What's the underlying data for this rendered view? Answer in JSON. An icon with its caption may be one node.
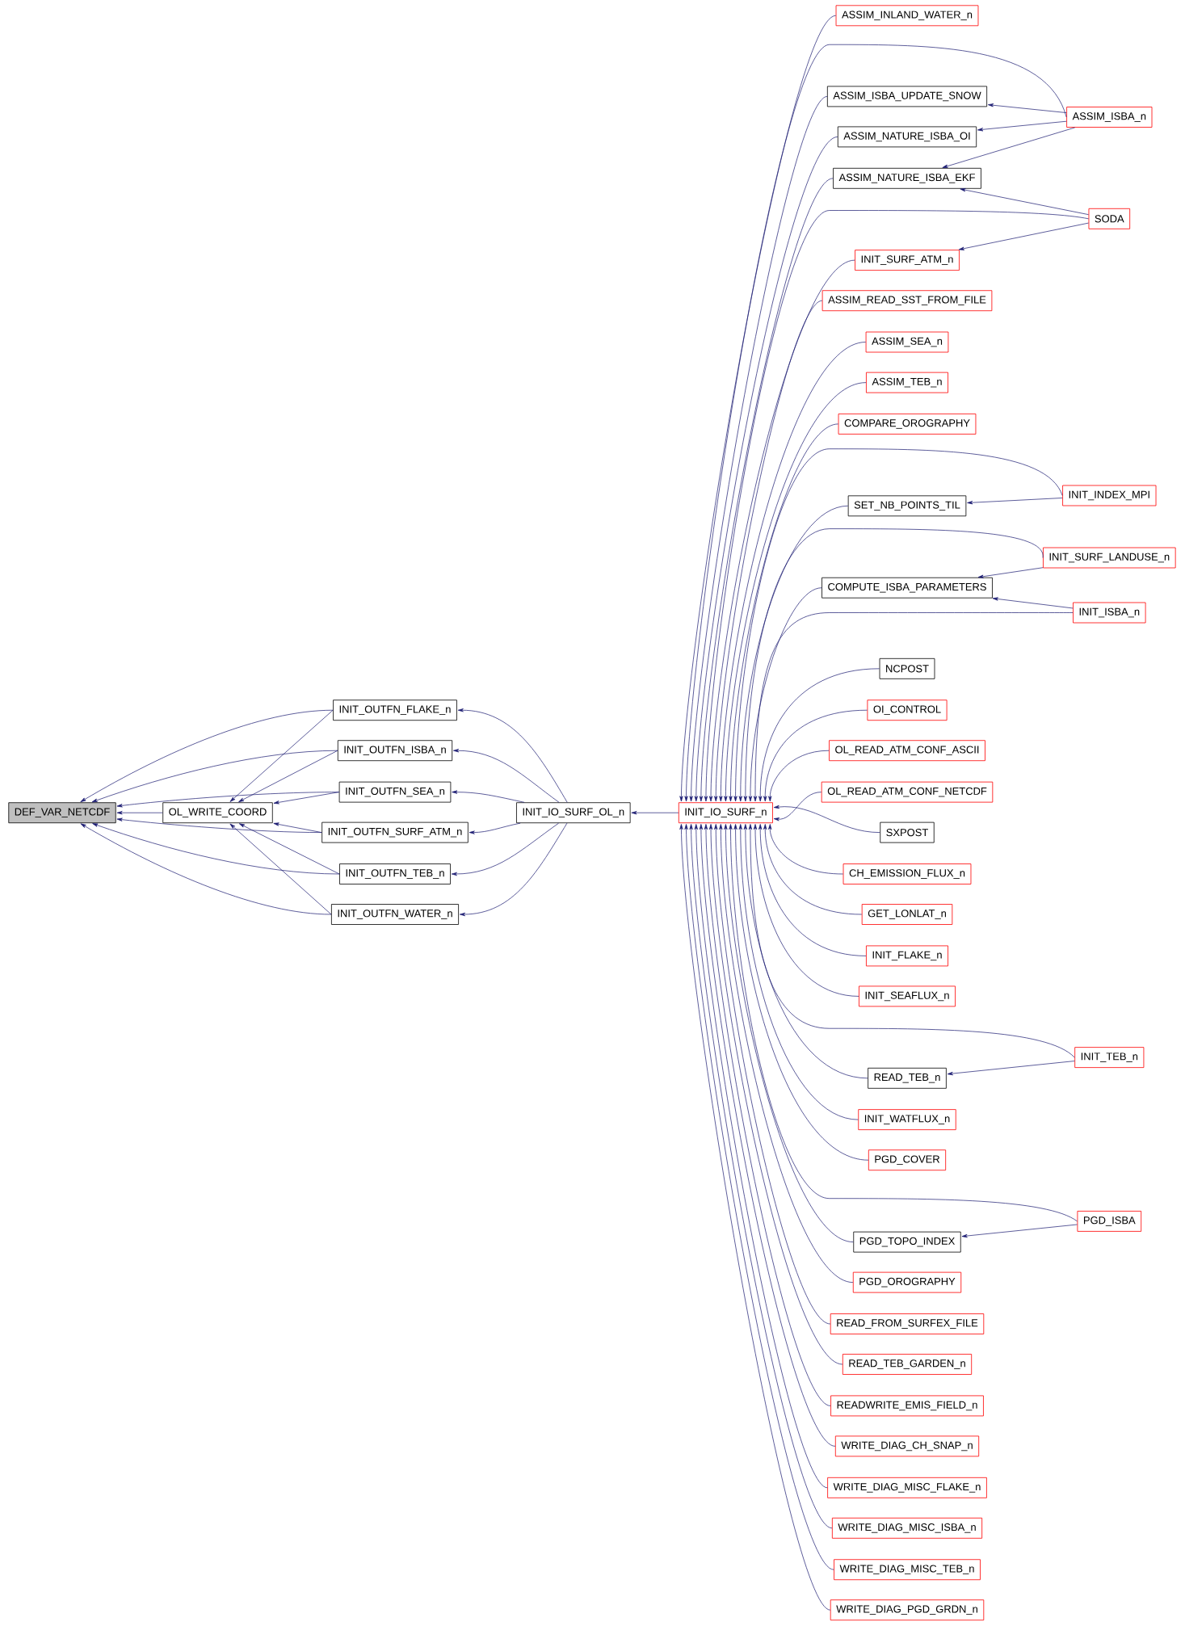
{
  "diagram": {
    "nodes": [
      {
        "text": [
          "DEF_VAR_NETCDF"
        ]
      },
      {
        "text": [
          "OL_WRITE_COORD"
        ]
      },
      {
        "text": [
          "INIT_OUTFN_FLAKE_n"
        ]
      },
      {
        "text": [
          "INIT_OUTFN_ISBA_n"
        ]
      },
      {
        "text": [
          "INIT_OUTFN_SEA_n"
        ]
      },
      {
        "text": [
          "INIT_OUTFN_SURF_ATM_n"
        ]
      },
      {
        "text": [
          "INIT_OUTFN_TEB_n"
        ]
      },
      {
        "text": [
          "INIT_OUTFN_WATER_n"
        ]
      },
      {
        "text": [
          "INIT_IO_SURF_OL_n"
        ]
      },
      {
        "text": [
          "INIT_IO_SURF_n"
        ]
      },
      {
        "text": [
          "ASSIM_INLAND_WATER_n"
        ]
      },
      {
        "text": [
          "ASSIM_ISBA_UPDATE_SNOW"
        ]
      },
      {
        "text": [
          "ASSIM_NATURE_ISBA_OI"
        ]
      },
      {
        "text": [
          "ASSIM_NATURE_ISBA_EKF"
        ]
      },
      {
        "text": [
          "INIT_SURF_ATM_n"
        ]
      },
      {
        "text": [
          "ASSIM_READ_SST_FROM_FILE"
        ]
      },
      {
        "text": [
          "ASSIM_SEA_n"
        ]
      },
      {
        "text": [
          "ASSIM_TEB_n"
        ]
      },
      {
        "text": [
          "COMPARE_OROGRAPHY"
        ]
      },
      {
        "text": [
          "SET_NB_POINTS_TIL"
        ]
      },
      {
        "text": [
          "COMPUTE_ISBA_PARAMETERS"
        ]
      },
      {
        "text": [
          "NCPOST"
        ]
      },
      {
        "text": [
          "OI_CONTROL"
        ]
      },
      {
        "text": [
          "OL_READ_ATM_CONF_ASCII"
        ]
      },
      {
        "text": [
          "OL_READ_ATM_CONF_NETCDF"
        ]
      },
      {
        "text": [
          "SXPOST"
        ]
      },
      {
        "text": [
          "CH_EMISSION_FLUX_n"
        ]
      },
      {
        "text": [
          "GET_LONLAT_n"
        ]
      },
      {
        "text": [
          "INIT_FLAKE_n"
        ]
      },
      {
        "text": [
          "INIT_SEAFLUX_n"
        ]
      },
      {
        "text": [
          "READ_TEB_n"
        ]
      },
      {
        "text": [
          "INIT_WATFLUX_n"
        ]
      },
      {
        "text": [
          "PGD_COVER"
        ]
      },
      {
        "text": [
          "PGD_TOPO_INDEX"
        ]
      },
      {
        "text": [
          "PGD_OROGRAPHY"
        ]
      },
      {
        "text": [
          "READ_FROM_SURFEX_FILE"
        ]
      },
      {
        "text": [
          "READ_TEB_GARDEN_n"
        ]
      },
      {
        "text": [
          "READWRITE_EMIS_FIELD_n"
        ]
      },
      {
        "text": [
          "WRITE_DIAG_CH_SNAP_n"
        ]
      },
      {
        "text": [
          "WRITE_DIAG_MISC_FLAKE_n"
        ]
      },
      {
        "text": [
          "WRITE_DIAG_MISC_ISBA_n"
        ]
      },
      {
        "text": [
          "WRITE_DIAG_MISC_TEB_n"
        ]
      },
      {
        "text": [
          "WRITE_DIAG_PGD_GRDN_n"
        ]
      },
      {
        "text": [
          "ASSIM_ISBA_n"
        ]
      },
      {
        "text": [
          "SODA"
        ]
      },
      {
        "text": [
          "INIT_INDEX_MPI"
        ]
      },
      {
        "text": [
          "INIT_SURF_LANDUSE_n"
        ]
      },
      {
        "text": [
          "INIT_ISBA_n"
        ]
      },
      {
        "text": [
          "INIT_TEB_n"
        ]
      },
      {
        "text": [
          "PGD_ISBA"
        ]
      }
    ],
    "edges": [
      {
        "from": 1,
        "to": 0,
        "arrow": "to"
      },
      {
        "from": 2,
        "to": 0,
        "arrow": "to"
      },
      {
        "from": 3,
        "to": 0,
        "arrow": "to"
      },
      {
        "from": 4,
        "to": 0,
        "arrow": "to"
      },
      {
        "from": 5,
        "to": 0,
        "arrow": "to"
      },
      {
        "from": 6,
        "to": 0,
        "arrow": "to"
      },
      {
        "from": 7,
        "to": 0,
        "arrow": "to"
      },
      {
        "from": 2,
        "to": 1,
        "arrow": "to"
      },
      {
        "from": 3,
        "to": 1,
        "arrow": "to"
      },
      {
        "from": 4,
        "to": 1,
        "arrow": "to"
      },
      {
        "from": 5,
        "to": 1,
        "arrow": "to"
      },
      {
        "from": 6,
        "to": 1,
        "arrow": "to"
      },
      {
        "from": 7,
        "to": 1,
        "arrow": "to"
      },
      {
        "from": 8,
        "to": 2,
        "arrow": "to"
      },
      {
        "from": 8,
        "to": 3,
        "arrow": "to"
      },
      {
        "from": 8,
        "to": 4,
        "arrow": "to"
      },
      {
        "from": 8,
        "to": 5,
        "arrow": "to"
      },
      {
        "from": 8,
        "to": 6,
        "arrow": "to"
      },
      {
        "from": 8,
        "to": 7,
        "arrow": "to"
      },
      {
        "from": 9,
        "to": 8,
        "arrow": "to"
      },
      {
        "from": 10,
        "to": 9,
        "arrow": "to"
      },
      {
        "from": 11,
        "to": 9,
        "arrow": "to"
      },
      {
        "from": 12,
        "to": 9,
        "arrow": "to"
      },
      {
        "from": 13,
        "to": 9,
        "arrow": "to"
      },
      {
        "from": 14,
        "to": 9,
        "arrow": "to"
      },
      {
        "from": 15,
        "to": 9,
        "arrow": "to"
      },
      {
        "from": 16,
        "to": 9,
        "arrow": "to"
      },
      {
        "from": 17,
        "to": 9,
        "arrow": "to"
      },
      {
        "from": 18,
        "to": 9,
        "arrow": "to"
      },
      {
        "from": 19,
        "to": 9,
        "arrow": "to"
      },
      {
        "from": 20,
        "to": 9,
        "arrow": "to"
      },
      {
        "from": 21,
        "to": 9,
        "arrow": "to"
      },
      {
        "from": 22,
        "to": 9,
        "arrow": "to"
      },
      {
        "from": 23,
        "to": 9,
        "arrow": "to"
      },
      {
        "from": 24,
        "to": 9,
        "arrow": "to"
      },
      {
        "from": 25,
        "to": 9,
        "arrow": "to"
      },
      {
        "from": 26,
        "to": 9,
        "arrow": "to"
      },
      {
        "from": 27,
        "to": 9,
        "arrow": "to"
      },
      {
        "from": 28,
        "to": 9,
        "arrow": "to"
      },
      {
        "from": 29,
        "to": 9,
        "arrow": "to"
      },
      {
        "from": 30,
        "to": 9,
        "arrow": "to"
      },
      {
        "from": 31,
        "to": 9,
        "arrow": "to"
      },
      {
        "from": 32,
        "to": 9,
        "arrow": "to"
      },
      {
        "from": 33,
        "to": 9,
        "arrow": "to"
      },
      {
        "from": 34,
        "to": 9,
        "arrow": "to"
      },
      {
        "from": 35,
        "to": 9,
        "arrow": "to"
      },
      {
        "from": 36,
        "to": 9,
        "arrow": "to"
      },
      {
        "from": 37,
        "to": 9,
        "arrow": "to"
      },
      {
        "from": 38,
        "to": 9,
        "arrow": "to"
      },
      {
        "from": 39,
        "to": 9,
        "arrow": "to"
      },
      {
        "from": 40,
        "to": 9,
        "arrow": "to"
      },
      {
        "from": 41,
        "to": 9,
        "arrow": "to"
      },
      {
        "from": 42,
        "to": 9,
        "arrow": "to"
      },
      {
        "from": 43,
        "to": 9,
        "arrow": "to"
      },
      {
        "from": 44,
        "to": 9,
        "arrow": "to"
      },
      {
        "from": 45,
        "to": 9,
        "arrow": "to"
      },
      {
        "from": 46,
        "to": 9,
        "arrow": "to"
      },
      {
        "from": 47,
        "to": 9,
        "arrow": "to"
      },
      {
        "from": 48,
        "to": 9,
        "arrow": "to"
      },
      {
        "from": 49,
        "to": 9,
        "arrow": "to"
      },
      {
        "from": 43,
        "to": 11,
        "arrow": "to"
      },
      {
        "from": 43,
        "to": 12,
        "arrow": "to"
      },
      {
        "from": 43,
        "to": 13,
        "arrow": "to"
      },
      {
        "from": 44,
        "to": 13,
        "arrow": "to"
      },
      {
        "from": 44,
        "to": 14,
        "arrow": "to"
      },
      {
        "from": 45,
        "to": 19,
        "arrow": "to"
      },
      {
        "from": 46,
        "to": 20,
        "arrow": "to"
      },
      {
        "from": 47,
        "to": 20,
        "arrow": "to"
      },
      {
        "from": 48,
        "to": 30,
        "arrow": "to"
      },
      {
        "from": 49,
        "to": 33,
        "arrow": "to"
      }
    ]
  }
}
